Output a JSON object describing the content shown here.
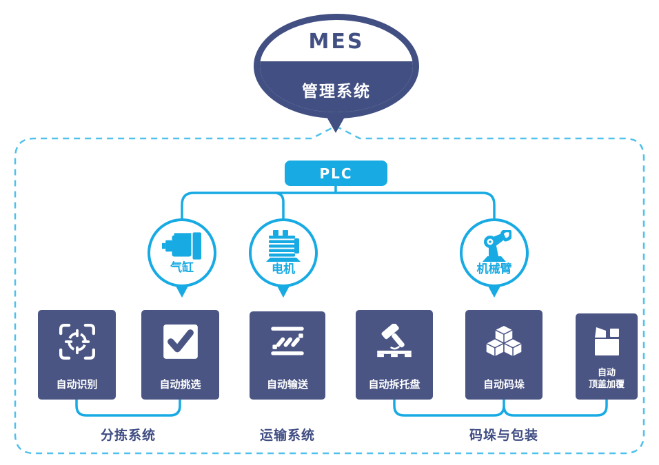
{
  "colors": {
    "navy": "#424f82",
    "card_navy": "#4a5584",
    "cyan": "#17aae3",
    "dashed_border": "#4fc1ec",
    "white": "#ffffff"
  },
  "mes": {
    "title": "MES",
    "subtitle": "管理系统"
  },
  "plc": {
    "label": "PLC"
  },
  "actuators": [
    {
      "label": "气缸",
      "icon": "pneumatic-cylinder-icon"
    },
    {
      "label": "电机",
      "icon": "electric-motor-icon"
    },
    {
      "label": "机械臂",
      "icon": "robotic-arm-icon"
    }
  ],
  "stations": [
    {
      "label": "自动识别",
      "icon": "scan-target-icon"
    },
    {
      "label": "自动挑选",
      "icon": "checkmark-icon"
    },
    {
      "label": "自动输送",
      "icon": "conveyor-icon"
    },
    {
      "label": "自动拆托盘",
      "icon": "depalletize-hammer-icon"
    },
    {
      "label": "自动码垛",
      "icon": "stacked-cubes-icon"
    },
    {
      "label": "自动\n顶盖加覆",
      "icon": "carton-box-icon"
    }
  ],
  "groups": [
    {
      "label": "分拣系统"
    },
    {
      "label": "运输系统"
    },
    {
      "label": "码垛与包装"
    }
  ]
}
